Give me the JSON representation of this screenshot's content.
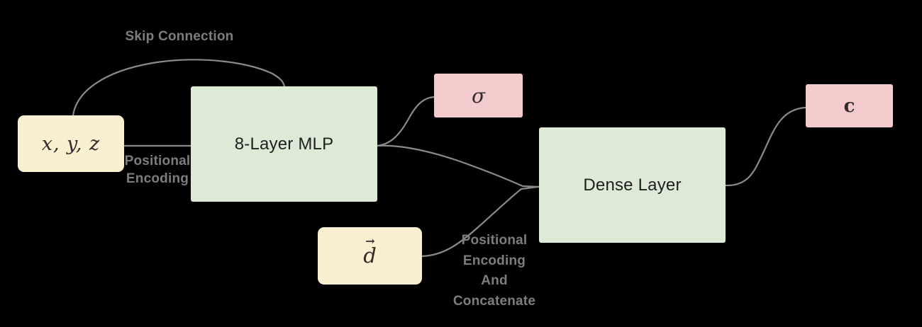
{
  "nodes": {
    "input_xyz": {
      "label": "x, y, z"
    },
    "mlp": {
      "label": "8-Layer MLP"
    },
    "sigma": {
      "label": "σ"
    },
    "dense": {
      "label": "Dense Layer"
    },
    "direction": {
      "label": "d",
      "arrow": "→"
    },
    "color_output": {
      "label": "c"
    }
  },
  "edge_labels": {
    "skip_connection": "Skip Connection",
    "positional_encoding": {
      "lines": [
        "Positional",
        "Encoding"
      ]
    },
    "positional_encoding_concatenate": {
      "lines": [
        "Positional",
        "Encoding",
        "And",
        "Concatenate"
      ]
    }
  },
  "edges": [
    {
      "name": "skip-connection",
      "from": "input_xyz",
      "to": "mlp"
    },
    {
      "name": "xyz-to-mlp",
      "from": "input_xyz",
      "to": "mlp"
    },
    {
      "name": "mlp-to-sigma",
      "from": "mlp",
      "to": "sigma"
    },
    {
      "name": "mlp-to-dense",
      "from": "mlp",
      "to": "dense"
    },
    {
      "name": "d-to-dense",
      "from": "direction",
      "to": "dense"
    },
    {
      "name": "dense-to-c",
      "from": "dense",
      "to": "color_output"
    }
  ],
  "colors": {
    "background": "#000000",
    "yellow_box": "#FAF0D1",
    "green_box": "#DCEAD6",
    "pink_box": "#F4CBCC",
    "edge_line": "#8A8A8A",
    "edge_label_text": "#7D7D7D",
    "node_text": "#1F1F1F",
    "math_text": "#332B2B"
  }
}
